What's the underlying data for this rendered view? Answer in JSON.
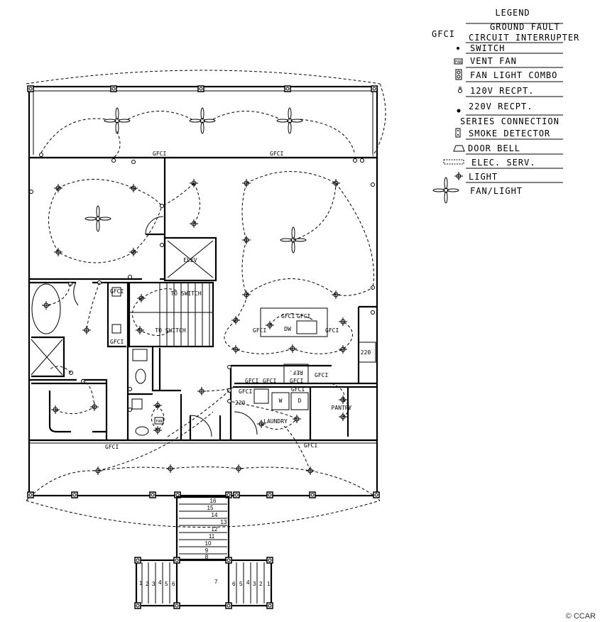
{
  "legend": {
    "title": "LEGEND",
    "items": [
      {
        "symbol": "gfci",
        "prefix": "GFCI",
        "label_line1": "GROUND FAULT",
        "label_line2": "CIRCUIT INTERRUPTER"
      },
      {
        "symbol": "switch-icon",
        "label": "SWITCH"
      },
      {
        "symbol": "vent-fan-icon",
        "label": "VENT FAN",
        "symbol_text": "FAN"
      },
      {
        "symbol": "fan-light-combo-icon",
        "label": "FAN LIGHT COMBO"
      },
      {
        "symbol": "receptacle-120v-icon",
        "label": "120V RECPT."
      },
      {
        "symbol": "receptacle-220v-icon",
        "label": "220V RECPT."
      },
      {
        "symbol": "smoke-detector-icon",
        "label_line1": "SERIES CONNECTION",
        "label_line2": "SMOKE DETECTOR"
      },
      {
        "symbol": "door-bell-icon",
        "label": "DOOR BELL"
      },
      {
        "symbol": "electrical-service-icon",
        "label": "ELEC. SERV."
      },
      {
        "symbol": "light-icon",
        "label": "LIGHT"
      },
      {
        "symbol": "fan-light-icon",
        "label": "FAN/LIGHT"
      }
    ]
  },
  "plan": {
    "gfci": [
      "GFCI",
      "GFCI",
      "GFCI",
      "GFCI",
      "GFCI",
      "GFCI",
      "GFCI",
      "GFCI",
      "GFCI",
      "GFCI",
      "GFCI",
      "GFCI",
      "GFCI",
      "GFCI",
      "GFCI",
      "GFCI"
    ],
    "rooms": {
      "elevator": "ELEV",
      "to_switch_1": "TO SWITCH",
      "to_switch_2": "TO SWITCH",
      "dishwasher": "DW",
      "refrigerator": "REF.",
      "range": "220",
      "dryer_220": "220",
      "washer": "W",
      "dryer": "D",
      "laundry": "LAUNDRY",
      "pantry": "PANTRY",
      "vent_fan": "FAN"
    },
    "stair_upper": [
      "16",
      "15",
      "14",
      "13",
      "12",
      "11",
      "10",
      "9",
      "8"
    ],
    "stair_landing": "7",
    "stair_left": [
      "1",
      "2",
      "3",
      "4",
      "5",
      "6"
    ],
    "stair_right": [
      "6",
      "5",
      "4",
      "3",
      "2",
      "1"
    ]
  },
  "copyright": "© CCAR"
}
